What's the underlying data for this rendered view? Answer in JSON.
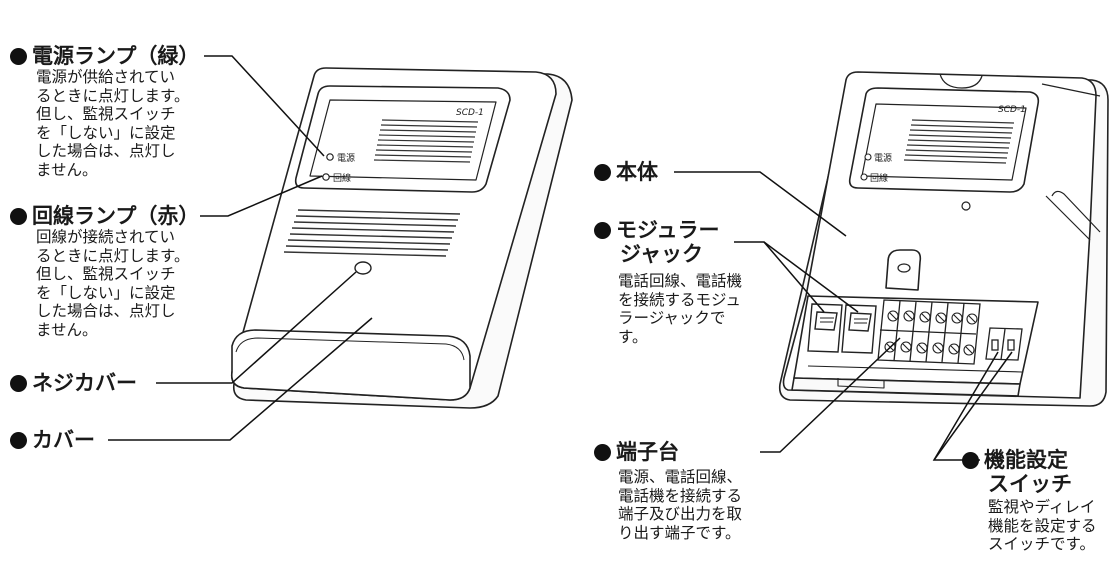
{
  "callouts": {
    "power_lamp": {
      "title": "電源ランプ（緑）",
      "desc": [
        "電源が供給されてい",
        "るときに点灯します。",
        "但し、監視スイッチ",
        "を「しない」に設定",
        "した場合は、点灯し",
        "ません。"
      ]
    },
    "line_lamp": {
      "title": "回線ランプ（赤）",
      "desc": [
        "回線が接続されてい",
        "るときに点灯します。",
        "但し、監視スイッチ",
        "を「しない」に設定",
        "した場合は、点灯し",
        "ません。"
      ]
    },
    "screw_cover": {
      "title": "ネジカバー"
    },
    "cover": {
      "title": "カバー"
    },
    "body": {
      "title": "本体"
    },
    "modular_jack": {
      "title": "モジュラー",
      "title2": "ジャック",
      "desc": [
        "電話回線、電話機",
        "を接続するモジュ",
        "ラージャックで",
        "す。"
      ]
    },
    "terminal_block": {
      "title": "端子台",
      "desc": [
        "電源、電話回線、",
        "電話機を接続する",
        "端子及び出力を取",
        "り出す端子です。"
      ]
    },
    "function_switch": {
      "title": "機能設定",
      "title2": "スイッチ",
      "desc": [
        "監視やディレイ",
        "機能を設定する",
        "スイッチです。"
      ]
    }
  },
  "device": {
    "model": "SCD-1",
    "lamp_power_label": "電源",
    "lamp_line_label": "回線"
  }
}
